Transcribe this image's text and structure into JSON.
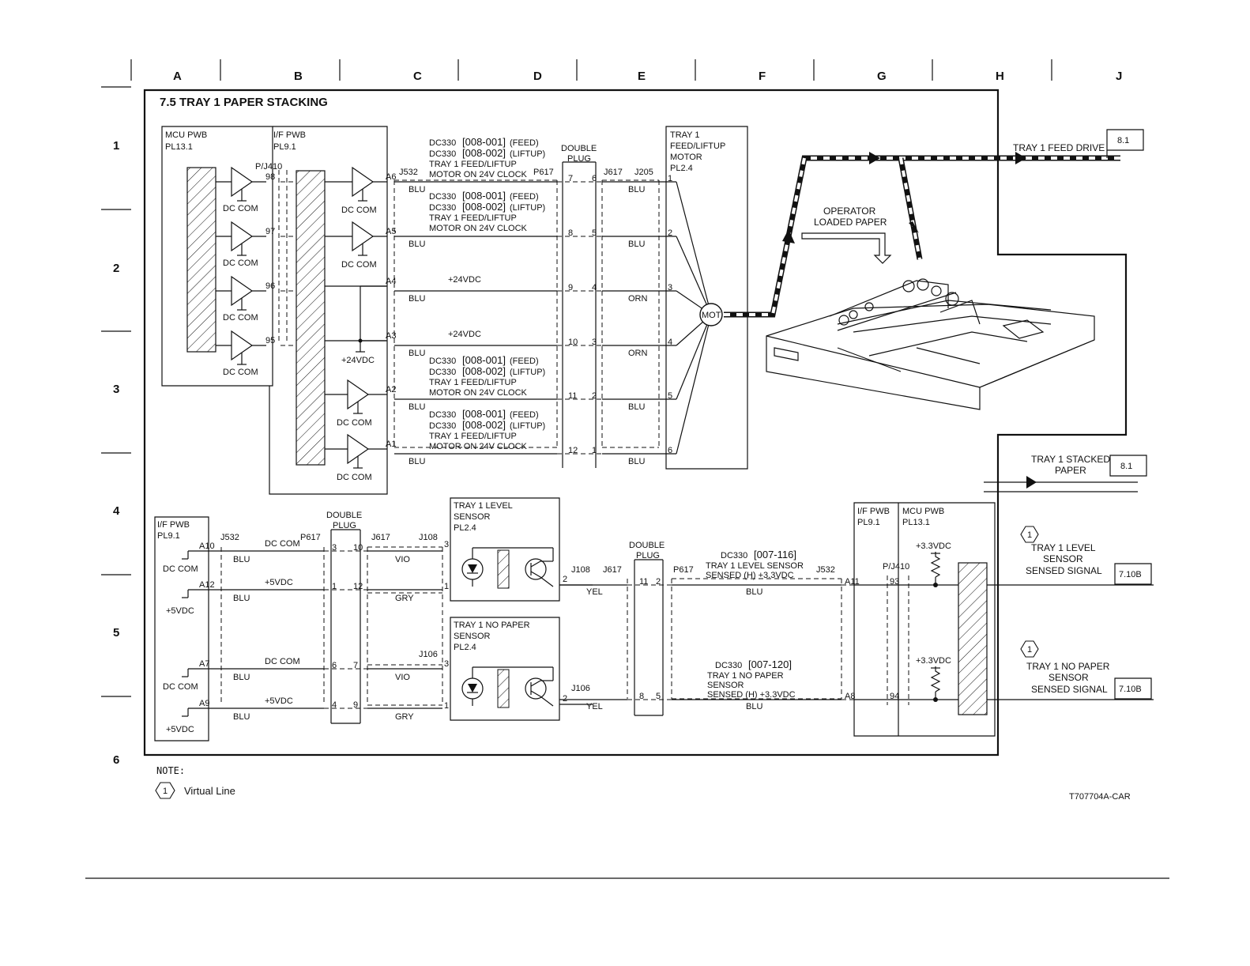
{
  "columns": [
    "A",
    "B",
    "C",
    "D",
    "E",
    "F",
    "G",
    "H",
    "J"
  ],
  "rows": [
    "1",
    "2",
    "3",
    "4",
    "5",
    "6"
  ],
  "title": "7.5 TRAY 1 PAPER STACKING",
  "mcu_pwb": {
    "name": "MCU PWB",
    "pl": "PL13.1"
  },
  "if_pwb": {
    "name": "I/F PWB",
    "pl": "PL9.1"
  },
  "pj410": "P/J410",
  "dc_com": "DC COM",
  "plus24": "+24VDC",
  "plus5": "+5VDC",
  "plus33": "+3.3VDC",
  "mcu_pins": [
    "98",
    "97",
    "96",
    "95"
  ],
  "if_pins": [
    "A6",
    "A5",
    "A4",
    "A3",
    "A2",
    "A1"
  ],
  "conn": {
    "j532": "J532",
    "p617": "P617",
    "j617": "J617",
    "j205": "J205",
    "j108": "J108",
    "j106": "J106"
  },
  "double_plug": "DOUBLE PLUG",
  "plug_left": [
    "7",
    "8",
    "9",
    "10",
    "11",
    "12"
  ],
  "plug_right": [
    "6",
    "5",
    "4",
    "3",
    "2",
    "1"
  ],
  "wire_left": [
    "BLU",
    "BLU",
    "BLU",
    "BLU",
    "BLU",
    "BLU"
  ],
  "wire_right": [
    "BLU",
    "BLU",
    "ORN",
    "ORN",
    "BLU",
    "BLU"
  ],
  "motor_pins": [
    "1",
    "2",
    "3",
    "4",
    "5",
    "6"
  ],
  "dc330": "DC330",
  "code_feed": "[008-001]",
  "code_liftup": "[008-002]",
  "feed": "(FEED)",
  "liftup": "(LIFTUP)",
  "tray_feed_liftup": "TRAY 1 FEED/LIFTUP",
  "motor_on": "MOTOR ON 24V CLOCK",
  "motor_box": [
    "TRAY 1",
    "FEED/LIFTUP",
    "MOTOR",
    "PL2.4"
  ],
  "mot": "MOT",
  "operator_loaded": [
    "OPERATOR",
    "LOADED PAPER"
  ],
  "feed_drive": "TRAY 1 FEED DRIVE",
  "ref_81": "8.1",
  "stacked": [
    "TRAY 1 STACKED",
    "PAPER"
  ],
  "lower_if_pins": [
    "A10",
    "A12",
    "A7",
    "A9"
  ],
  "lower_plug_left": [
    "3",
    "1",
    "6",
    "4"
  ],
  "lower_plug_right": [
    "10",
    "12",
    "7",
    "9"
  ],
  "lower_wire_left": [
    "BLU",
    "BLU",
    "BLU",
    "BLU"
  ],
  "lower_wire_right": [
    "VIO",
    "GRY",
    "VIO",
    "GRY"
  ],
  "lower_rail": [
    "DC COM",
    "+5VDC",
    "DC COM",
    "+5VDC"
  ],
  "level_sensor": [
    "TRAY 1 LEVEL",
    "SENSOR",
    "PL2.4"
  ],
  "nopaper_sensor": [
    "TRAY 1 NO PAPER",
    "SENSOR",
    "PL2.4"
  ],
  "sensor_pins": [
    "3",
    "1",
    "2"
  ],
  "yel": "YEL",
  "blu": "BLU",
  "right_plug_left": [
    "11",
    "8"
  ],
  "right_plug_right": [
    "2",
    "5"
  ],
  "code_116": "[007-116]",
  "code_120": "[007-120]",
  "level_sig": [
    "TRAY 1 LEVEL SENSOR",
    "SENSED (H) +3.3VDC"
  ],
  "nopaper_sig": [
    "TRAY 1 NO PAPER",
    "SENSOR",
    "SENSED (H) +3.3VDC"
  ],
  "rb_pins": [
    "A11",
    "A8"
  ],
  "mcu_in_pins": [
    "93",
    "94"
  ],
  "level_out": [
    "TRAY 1 LEVEL",
    "SENSOR",
    "SENSED SIGNAL"
  ],
  "nopaper_out": [
    "TRAY 1 NO PAPER",
    "SENSOR",
    "SENSED SIGNAL"
  ],
  "ref_710b": "7.10B",
  "virtual_num": "1",
  "note_label": "NOTE:",
  "note_text": "Virtual Line",
  "fig_id": "T707704A-CAR"
}
